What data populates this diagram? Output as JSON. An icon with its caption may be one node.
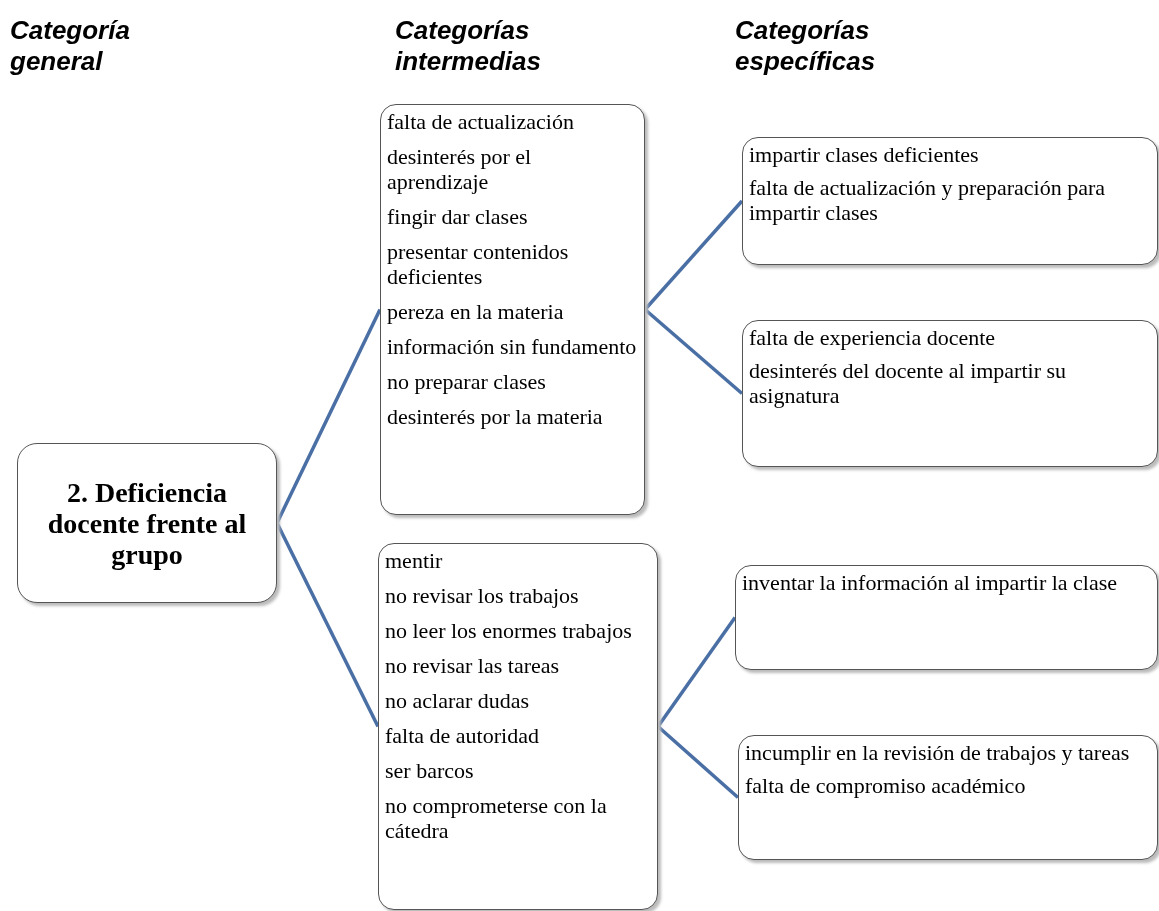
{
  "diagram": {
    "nodes": [
      {
        "text": [
          "2. Deficiencia docente frente al grupo"
        ]
      },
      {
        "text": [
          "falta de actualización",
          "desinterés por el aprendizaje",
          "fingir dar clases",
          "presentar contenidos deficientes",
          "pereza en la materia",
          "información sin fundamento",
          "no preparar clases",
          "desinterés por la materia"
        ]
      },
      {
        "text": [
          "mentir",
          "no revisar los trabajos",
          "no leer los enormes trabajos",
          "no revisar las tareas",
          "no aclarar dudas",
          "falta de autoridad",
          "ser barcos",
          "no comprometerse con la cátedra"
        ]
      },
      {
        "text": [
          "impartir clases deficientes",
          "falta de actualización y preparación para impartir clases"
        ]
      },
      {
        "text": [
          "falta de experiencia docente",
          "desinterés del docente al impartir su asignatura"
        ]
      },
      {
        "text": [
          "inventar la información al impartir la clase"
        ]
      },
      {
        "text": [
          "incumplir en la revisión de trabajos y tareas",
          "falta de compromiso académico"
        ]
      }
    ],
    "edges": [
      {
        "from": 0,
        "to": 1,
        "arrow": "none"
      },
      {
        "from": 0,
        "to": 2,
        "arrow": "none"
      },
      {
        "from": 1,
        "to": 3,
        "arrow": "none"
      },
      {
        "from": 1,
        "to": 4,
        "arrow": "none"
      },
      {
        "from": 2,
        "to": 5,
        "arrow": "none"
      },
      {
        "from": 2,
        "to": 6,
        "arrow": "none"
      }
    ],
    "labels": [
      "Categoría general",
      "Categorías intermedias",
      "Categorías específicas"
    ]
  }
}
